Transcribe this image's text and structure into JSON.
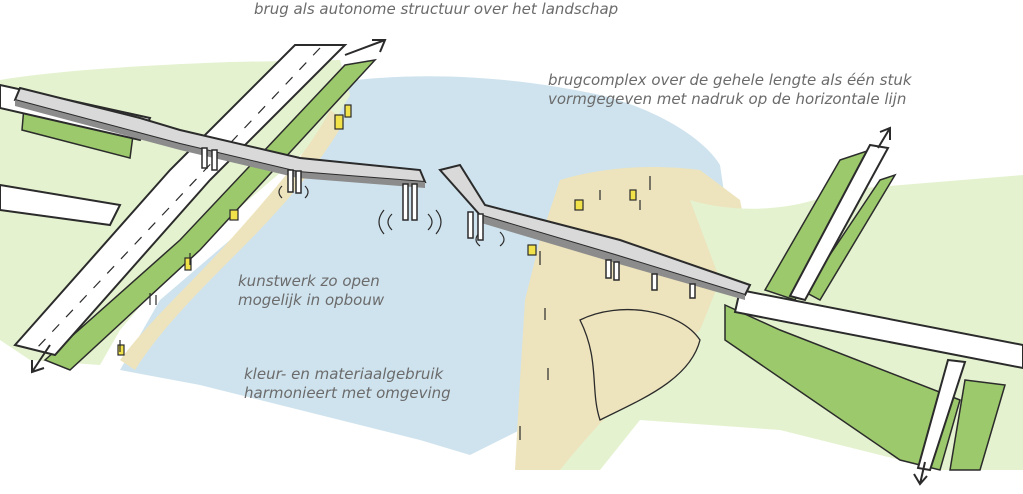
{
  "title": "brug als autonome structuur over het landschap",
  "annotations": {
    "complex": [
      "brugcomplex over de gehele lengte als één stuk",
      "vormgegeven met nadruk op de horizontale lijn"
    ],
    "open": [
      "kunstwerk zo open",
      "mogelijk in opbouw"
    ],
    "color": [
      "kleur- en materiaalgebruik",
      "harmonieert met omgeving"
    ]
  },
  "colors": {
    "water": "#cfe3ee",
    "meadow": "#e4f2cf",
    "dike": "#9cc96b",
    "sand": "#ede3bd",
    "bridge": "#d9d9d9",
    "road": "#ffffff",
    "reed": "#f2e24a",
    "ink": "#2b2b2b",
    "text": "#6b6b6b"
  }
}
